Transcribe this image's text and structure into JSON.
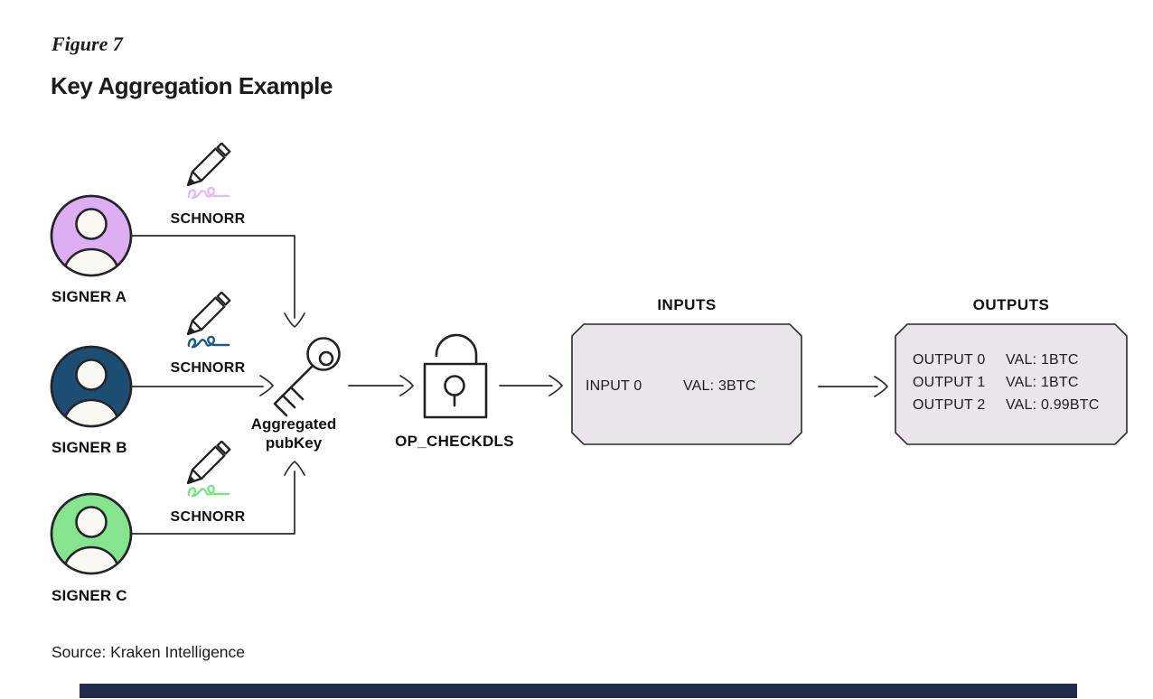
{
  "figure": {
    "label": "Figure 7",
    "title": "Key Aggregation Example",
    "source": "Source: Kraken Intelligence"
  },
  "signers": [
    {
      "label": "SIGNER A",
      "scheme": "SCHNORR",
      "avatar_color": "#deaef2",
      "signature_color": "#e4baf5"
    },
    {
      "label": "SIGNER B",
      "scheme": "SCHNORR",
      "avatar_color": "#1c4e74",
      "signature_color": "#1d5a8a"
    },
    {
      "label": "SIGNER C",
      "scheme": "SCHNORR",
      "avatar_color": "#85e58e",
      "signature_color": "#7ce387"
    }
  ],
  "aggregation": {
    "line1": "Aggregated",
    "line2": "pubKey"
  },
  "script_op": {
    "label": "OP_CHECKDLS"
  },
  "inputs_panel": {
    "title": "INPUTS",
    "fill": "#eae5eb",
    "rows": [
      {
        "name": "INPUT 0",
        "value": "VAL: 3BTC"
      }
    ]
  },
  "outputs_panel": {
    "title": "OUTPUTS",
    "fill": "#eae5eb",
    "rows": [
      {
        "name": "OUTPUT 0",
        "value": "VAL: 1BTC"
      },
      {
        "name": "OUTPUT 1",
        "value": "VAL: 1BTC"
      },
      {
        "name": "OUTPUT 2",
        "value": "VAL: 0.99BTC"
      }
    ]
  },
  "footer": {
    "bar_color": "#1e2b4d"
  }
}
